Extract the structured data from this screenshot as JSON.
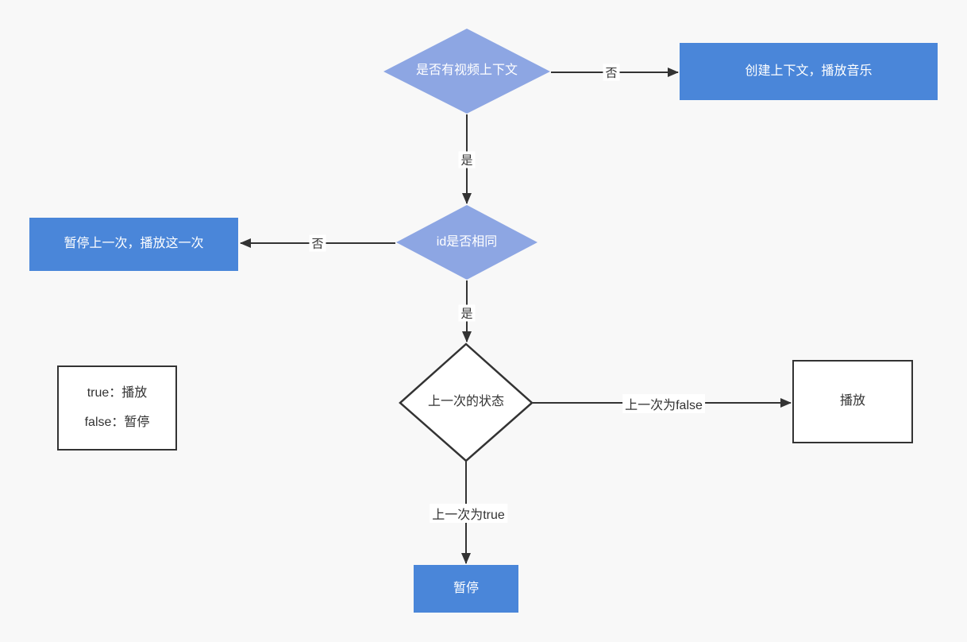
{
  "canvas": {
    "background_color": "#f8f8f8",
    "line_color": "#333333"
  },
  "colors": {
    "diamond_fill": "#8da6e3",
    "process_fill": "#4a86d9",
    "outline_stroke": "#333333",
    "outline_fill": "#ffffff",
    "text_on_blue": "#ffffff",
    "text_dark": "#333333"
  },
  "nodes": {
    "decision_video_context": {
      "label": "是否有视频上下文"
    },
    "process_create_context": {
      "label": "创建上下文，播放音乐"
    },
    "decision_same_id": {
      "label": "id是否相同"
    },
    "process_pause_last_play_this": {
      "label": "暂停上一次，播放这一次"
    },
    "decision_last_state": {
      "label": "上一次的状态"
    },
    "process_play": {
      "label": "播放"
    },
    "process_pause": {
      "label": "暂停"
    },
    "legend": {
      "lines": [
        "true：播放",
        "false：暂停"
      ]
    }
  },
  "edges": {
    "d1_no": "否",
    "d1_yes": "是",
    "d2_no": "否",
    "d2_yes": "是",
    "d3_false": "上一次为false",
    "d3_true": "上一次为true"
  }
}
